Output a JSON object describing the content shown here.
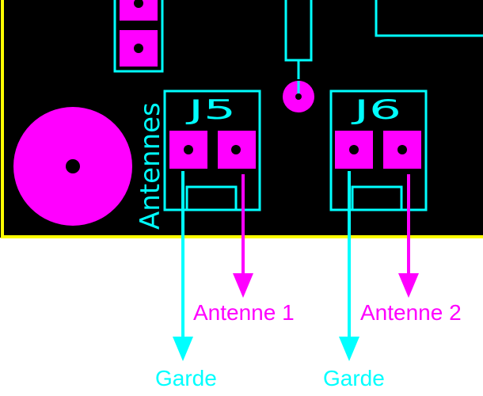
{
  "board": {
    "antennes_label": "Antennes",
    "colors": {
      "board": "#000000",
      "outline": "#ffff00",
      "silk": "#00ffff",
      "copper": "#ff00ff",
      "drill": "#000000"
    }
  },
  "connectors": [
    {
      "ref": "J5",
      "pins": [
        "garde",
        "antenne"
      ]
    },
    {
      "ref": "J6",
      "pins": [
        "garde",
        "antenne"
      ]
    }
  ],
  "callouts": {
    "j5_antenne": "Antenne 1",
    "j5_garde": "Garde",
    "j6_antenne": "Antenne 2",
    "j6_garde": "Garde"
  }
}
